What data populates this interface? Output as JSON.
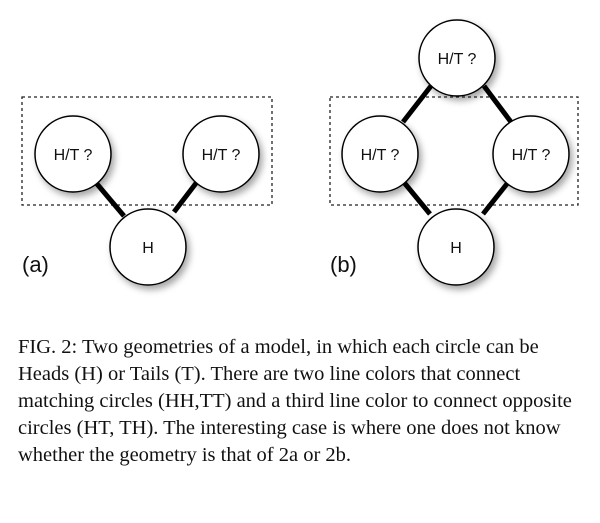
{
  "figure": {
    "panels": [
      {
        "id": "a",
        "label": "(a)",
        "nodes": [
          {
            "id": "left",
            "label": "H/T ?"
          },
          {
            "id": "right",
            "label": "H/T ?"
          },
          {
            "id": "bottom",
            "label": "H"
          }
        ],
        "edges": [
          [
            "left",
            "bottom"
          ],
          [
            "right",
            "bottom"
          ]
        ]
      },
      {
        "id": "b",
        "label": "(b)",
        "nodes": [
          {
            "id": "top",
            "label": "H/T ?"
          },
          {
            "id": "left",
            "label": "H/T ?"
          },
          {
            "id": "right",
            "label": "H/T ?"
          },
          {
            "id": "bottom",
            "label": "H"
          }
        ],
        "edges": [
          [
            "top",
            "left"
          ],
          [
            "top",
            "right"
          ],
          [
            "left",
            "bottom"
          ],
          [
            "right",
            "bottom"
          ]
        ]
      }
    ]
  },
  "caption": "FIG. 2: Two geometries of a model, in which each circle can be Heads (H) or Tails (T). There are two line colors that connect matching circles (HH,TT) and a third line color to connect opposite circles (HT, TH). The interesting case is where one does not know whether the geometry is that of 2a or 2b."
}
